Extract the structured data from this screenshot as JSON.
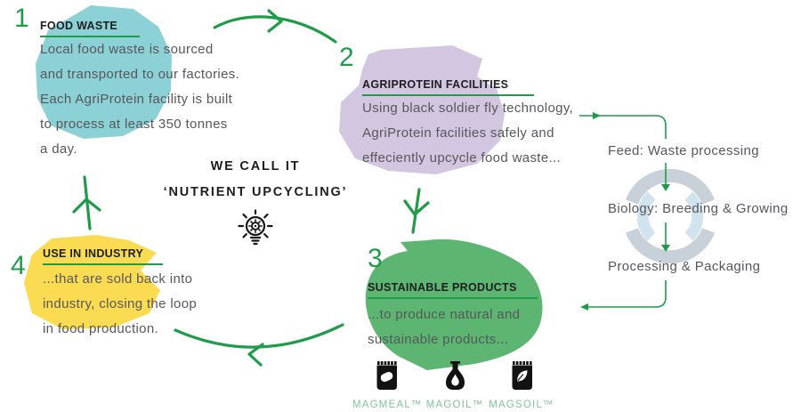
{
  "steps": [
    {
      "number": "1",
      "heading": "FOOD WASTE",
      "lines": [
        "Local food waste is sourced",
        "and transported to our factories.",
        "Each AgriProtein facility is built",
        "to process at least 350 tonnes",
        "a day."
      ]
    },
    {
      "number": "2",
      "heading": "AGRIPROTEIN FACILITIES",
      "lines": [
        "Using black soldier fly technology,",
        "AgriProtein facilities safely and",
        "effeciently upcycle food waste..."
      ]
    },
    {
      "number": "3",
      "heading": "SUSTAINABLE PRODUCTS",
      "lines": [
        "...to produce natural and",
        "sustainable products..."
      ]
    },
    {
      "number": "4",
      "heading": "USE IN INDUSTRY",
      "lines": [
        "...that are sold back into",
        "industry, closing the loop",
        "in food production."
      ]
    }
  ],
  "center": {
    "line1": "WE CALL IT",
    "line2": "‘NUTRIENT UPCYCLING’"
  },
  "process_panel": {
    "items": [
      "Feed: Waste processing",
      "Biology: Breeding & Growing",
      "Processing & Packaging"
    ]
  },
  "products": [
    {
      "name": "MAGMEAL™",
      "icon": "meal-bag-icon"
    },
    {
      "name": "MAGOIL™",
      "icon": "oil-flask-icon"
    },
    {
      "name": "MAGSOIL™",
      "icon": "soil-bag-icon"
    }
  ],
  "colors": {
    "accent_green": "#1f9b4a",
    "label_green": "#7fc498",
    "teal_blob": "#8bd1d6",
    "purple_blob": "#d2c6e1",
    "green_blob": "#5cb672",
    "yellow_blob": "#fbdb52",
    "body_text": "#56575b",
    "heading_text": "#1d1e20",
    "swirl_gray": "#c6ced7",
    "swirl_blue": "#cfe2ec"
  }
}
